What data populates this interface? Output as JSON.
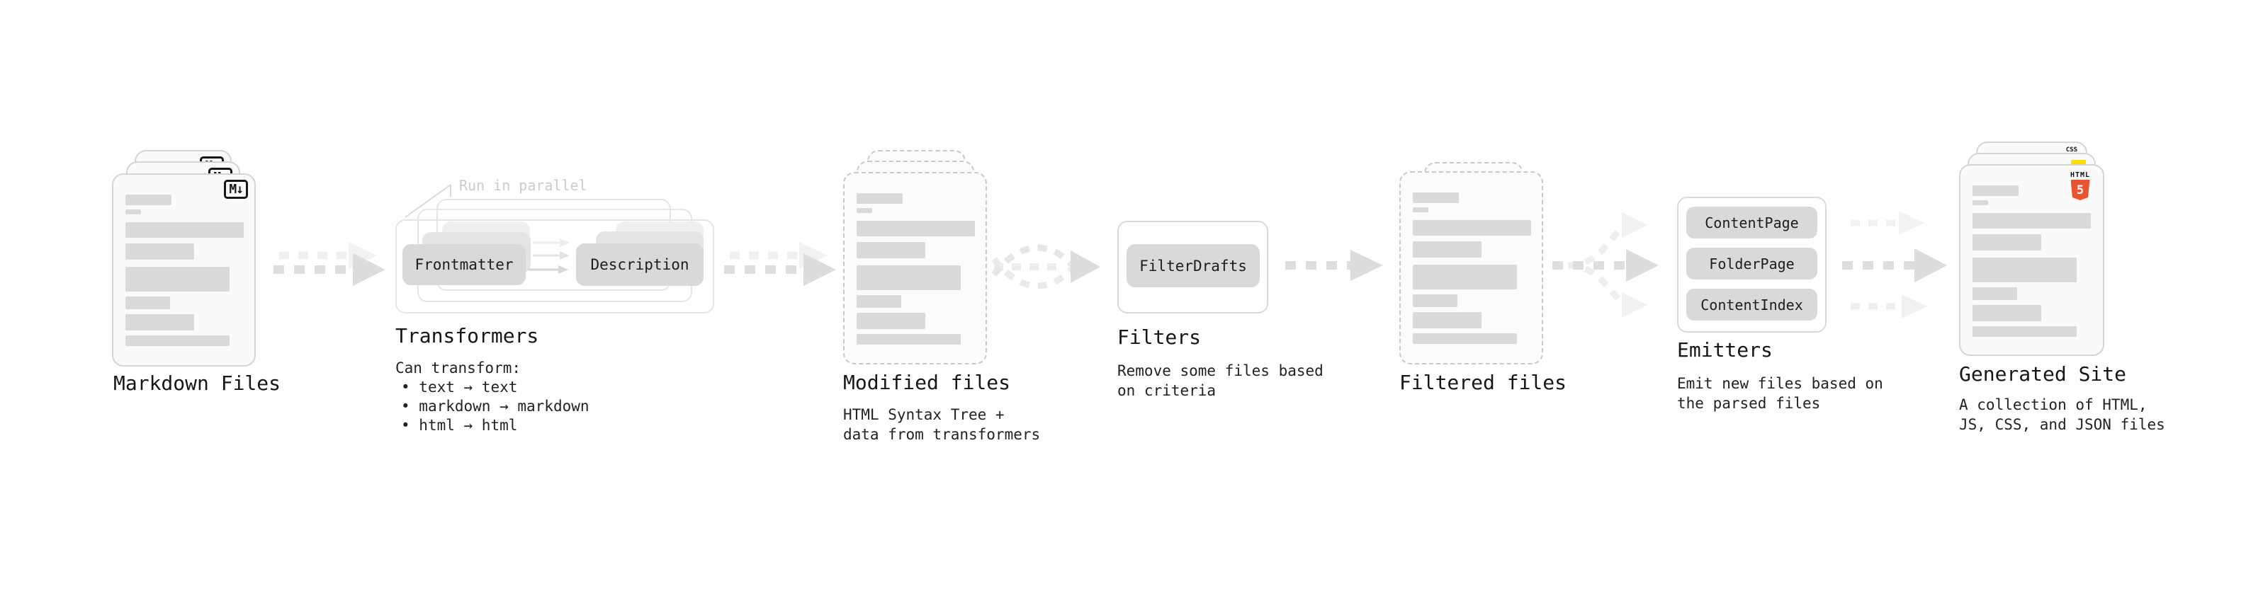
{
  "diagram": {
    "stages": {
      "markdown": {
        "title": "Markdown Files",
        "badge": "M↓"
      },
      "transformers": {
        "title": "Transformers",
        "annotation": "Run in parallel",
        "pill_left": "Frontmatter",
        "pill_right": "Description",
        "desc_heading": "Can transform:",
        "bullets": [
          "text → text",
          "markdown → markdown",
          "html → html"
        ]
      },
      "modified": {
        "title": "Modified files",
        "subtitle": "HTML Syntax Tree +\ndata from transformers"
      },
      "filters": {
        "title": "Filters",
        "subtitle": "Remove some files based\non criteria",
        "pill": "FilterDrafts"
      },
      "filtered": {
        "title": "Filtered files"
      },
      "emitters": {
        "title": "Emitters",
        "subtitle": "Emit new files based on\nthe parsed files",
        "pills": [
          "ContentPage",
          "FolderPage",
          "ContentIndex"
        ]
      },
      "generated": {
        "title": "Generated Site",
        "subtitle": "A collection of HTML,\nJS, CSS, and JSON files",
        "badges": {
          "css": "CSS",
          "html_word": "HTML",
          "html_number": "5"
        }
      }
    },
    "colors": {
      "background": "#ffffff",
      "card_fill": "#fafafa",
      "card_border": "#d5d5d5",
      "dashed_border": "#c9c9c9",
      "pill_fill": "#d9d9d9",
      "arrow_dark": "#dedede",
      "arrow_light": "#f0f0f0",
      "text": "#1c1c1c",
      "annotation_gray": "#cbcbcb",
      "html5_orange": "#e8542f",
      "js_yellow": "#ffdd00",
      "css_blue": "#2f6fe4"
    }
  }
}
